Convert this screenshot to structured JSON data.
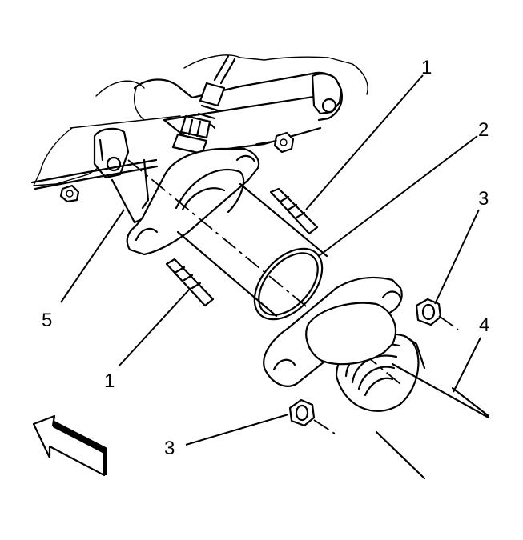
{
  "callouts": {
    "c1_top": "1",
    "c2": "2",
    "c3_right": "3",
    "c4": "4",
    "c5": "5",
    "c1_bottom": "1",
    "c3_bottom": "3"
  }
}
